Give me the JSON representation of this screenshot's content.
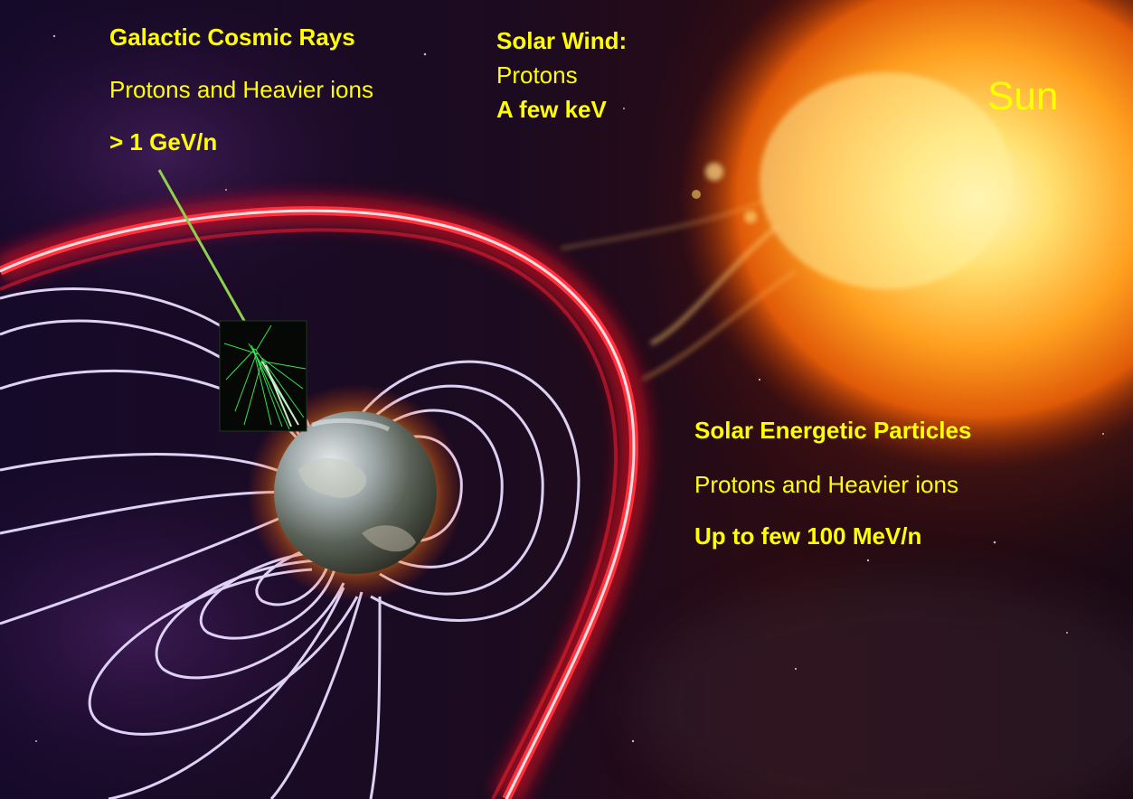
{
  "colors": {
    "label_yellow": "#ffff00",
    "space_dark": "#150a22",
    "bow_shock_red": "#ff1a2a",
    "field_lines": "#e8dcff",
    "sun_core": "#fff3a0",
    "cosmic_ray_track": "#8fd14f"
  },
  "gcr": {
    "title": "Galactic Cosmic Rays",
    "composition": "Protons and Heavier ions",
    "energy": "> 1 GeV/n"
  },
  "solar_wind": {
    "title": "Solar Wind:",
    "composition": "Protons",
    "energy": "A few keV"
  },
  "sun": {
    "label": "Sun"
  },
  "sep": {
    "title": "Solar Energetic Particles",
    "composition": "Protons and Heavier ions",
    "energy": "Up to few 100 MeV/n"
  },
  "icons": [
    "sun-icon",
    "earth-icon",
    "bow-shock-icon",
    "magnetic-field-lines-icon",
    "particle-shower-icon"
  ]
}
